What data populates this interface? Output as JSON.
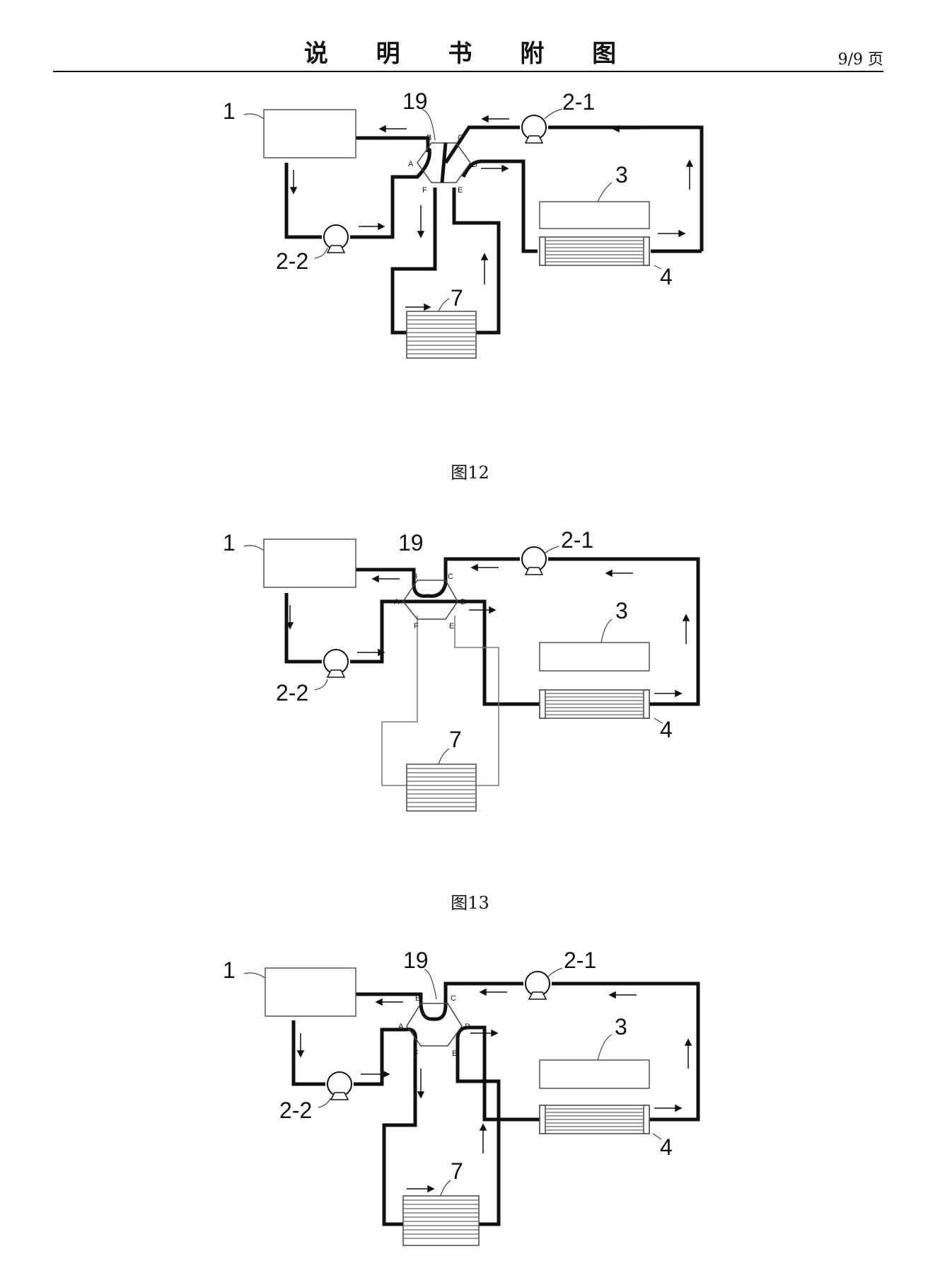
{
  "header": {
    "title": "说 明 书 附 图",
    "page": "9/9 页"
  },
  "labels": {
    "tank": "1",
    "pump_main": "2-1",
    "pump_secondary": "2-2",
    "component_3": "3",
    "component_4": "4",
    "component_7": "7",
    "valve": "19",
    "ports": [
      "A",
      "B",
      "C",
      "D",
      "E",
      "F"
    ]
  },
  "figures": [
    {
      "id": "fig12",
      "caption": "图12"
    },
    {
      "id": "fig13",
      "caption": "图13"
    },
    {
      "id": "fig14",
      "caption": ""
    }
  ]
}
